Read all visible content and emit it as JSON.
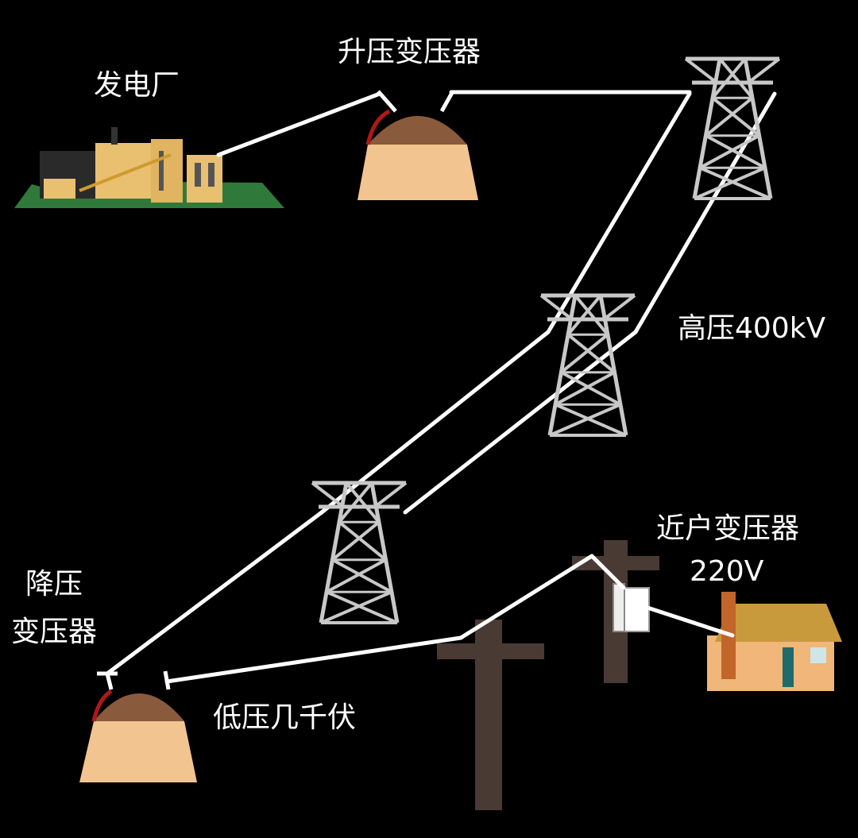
{
  "labels": {
    "power_plant": "发电厂",
    "step_up_transformer": "升压变压器",
    "high_voltage": "高压400kV",
    "step_down_line1": "降压",
    "step_down_line2": "变压器",
    "low_voltage": "低压几千伏",
    "near_house_transformer": "近户变压器",
    "house_voltage": "220V"
  },
  "colors": {
    "background": "#000000",
    "line": "#ffffff",
    "tower": "#c8c8c8",
    "transformer_dome": "#8a5a3c",
    "transformer_base": "#f2c48f",
    "pole": "#4a3a34",
    "house_wall": "#f0b67a",
    "house_roof": "#c99a3c",
    "plant_building": "#e8c070",
    "plant_ground": "#2f7a3a"
  }
}
